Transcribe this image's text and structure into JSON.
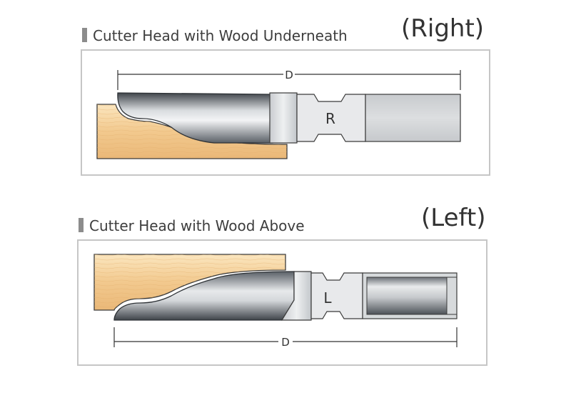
{
  "right_section": {
    "title": "Cutter Head with Wood Underneath",
    "tag": "(Right)",
    "dimension_label": "D",
    "bit_label": "R"
  },
  "left_section": {
    "title": "Cutter Head with Wood Above",
    "tag": "(Left)",
    "dimension_label": "D",
    "bit_label": "L"
  },
  "colors": {
    "wood_light": "#f6d9a8",
    "wood_dark": "#e8b672",
    "steel_dark": "#4a4f55",
    "steel_light": "#e4e6e8",
    "panel_border": "#c6c6c6"
  }
}
